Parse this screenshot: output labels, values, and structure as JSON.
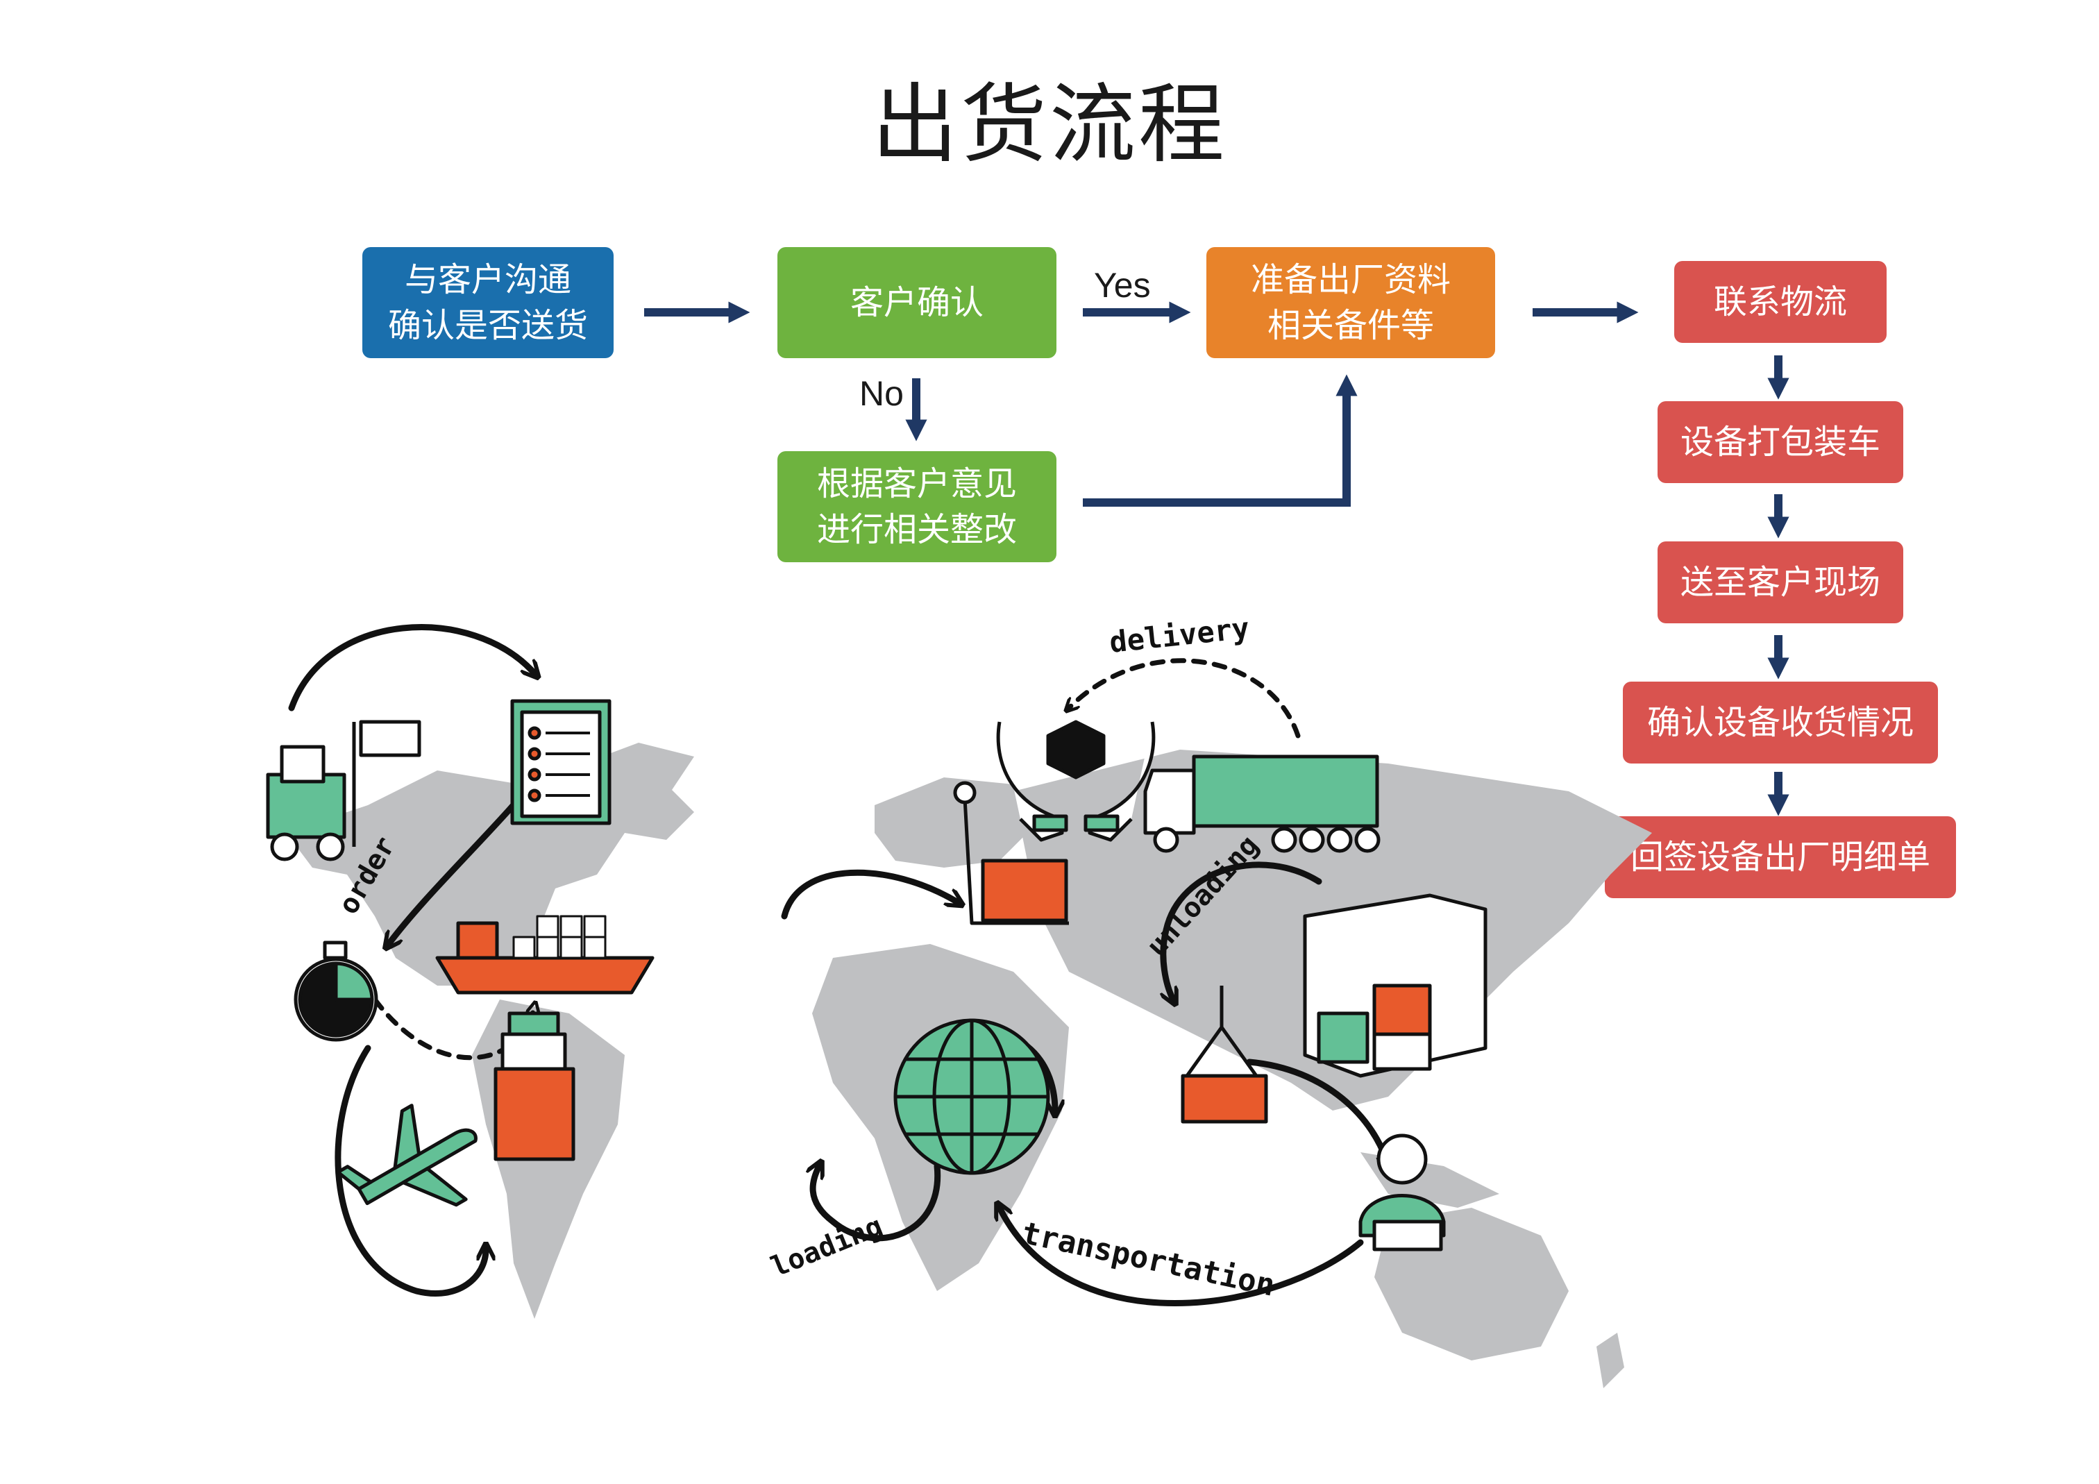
{
  "title": "出货流程",
  "colors": {
    "blue": "#1a6fad",
    "green": "#6eb33f",
    "orange": "#e8832a",
    "red": "#d9534f",
    "arrow": "#1f3864",
    "map_gray": "#bfc0c2",
    "icon_green": "#63c096",
    "icon_orange": "#e85a2c"
  },
  "main_flow": {
    "step1": [
      "与客户沟通",
      "确认是否送货"
    ],
    "step2": "客户确认",
    "step3": [
      "准备出厂资料",
      "相关备件等"
    ],
    "step4": "联系物流",
    "no_branch": [
      "根据客户意见",
      "进行相关整改"
    ],
    "yes_label": "Yes",
    "no_label": "No"
  },
  "logistics_steps": [
    "设备打包装车",
    "送至客户现场",
    "确认设备收货情况",
    "回签设备出厂明细单"
  ],
  "illustration": {
    "labels": {
      "order": "order",
      "delivery": "delivery",
      "unloading": "unloading",
      "loading": "loading",
      "transportation": "transportation"
    },
    "icons": [
      "forklift-icon",
      "clipboard-checklist-icon",
      "stopwatch-icon",
      "airplane-icon",
      "cargo-ship-icon",
      "container-stack-icon",
      "hand-truck-icon",
      "hands-package-icon",
      "truck-icon",
      "globe-icon",
      "crane-hook-container-icon",
      "stacked-containers-icon",
      "call-operator-icon"
    ]
  }
}
